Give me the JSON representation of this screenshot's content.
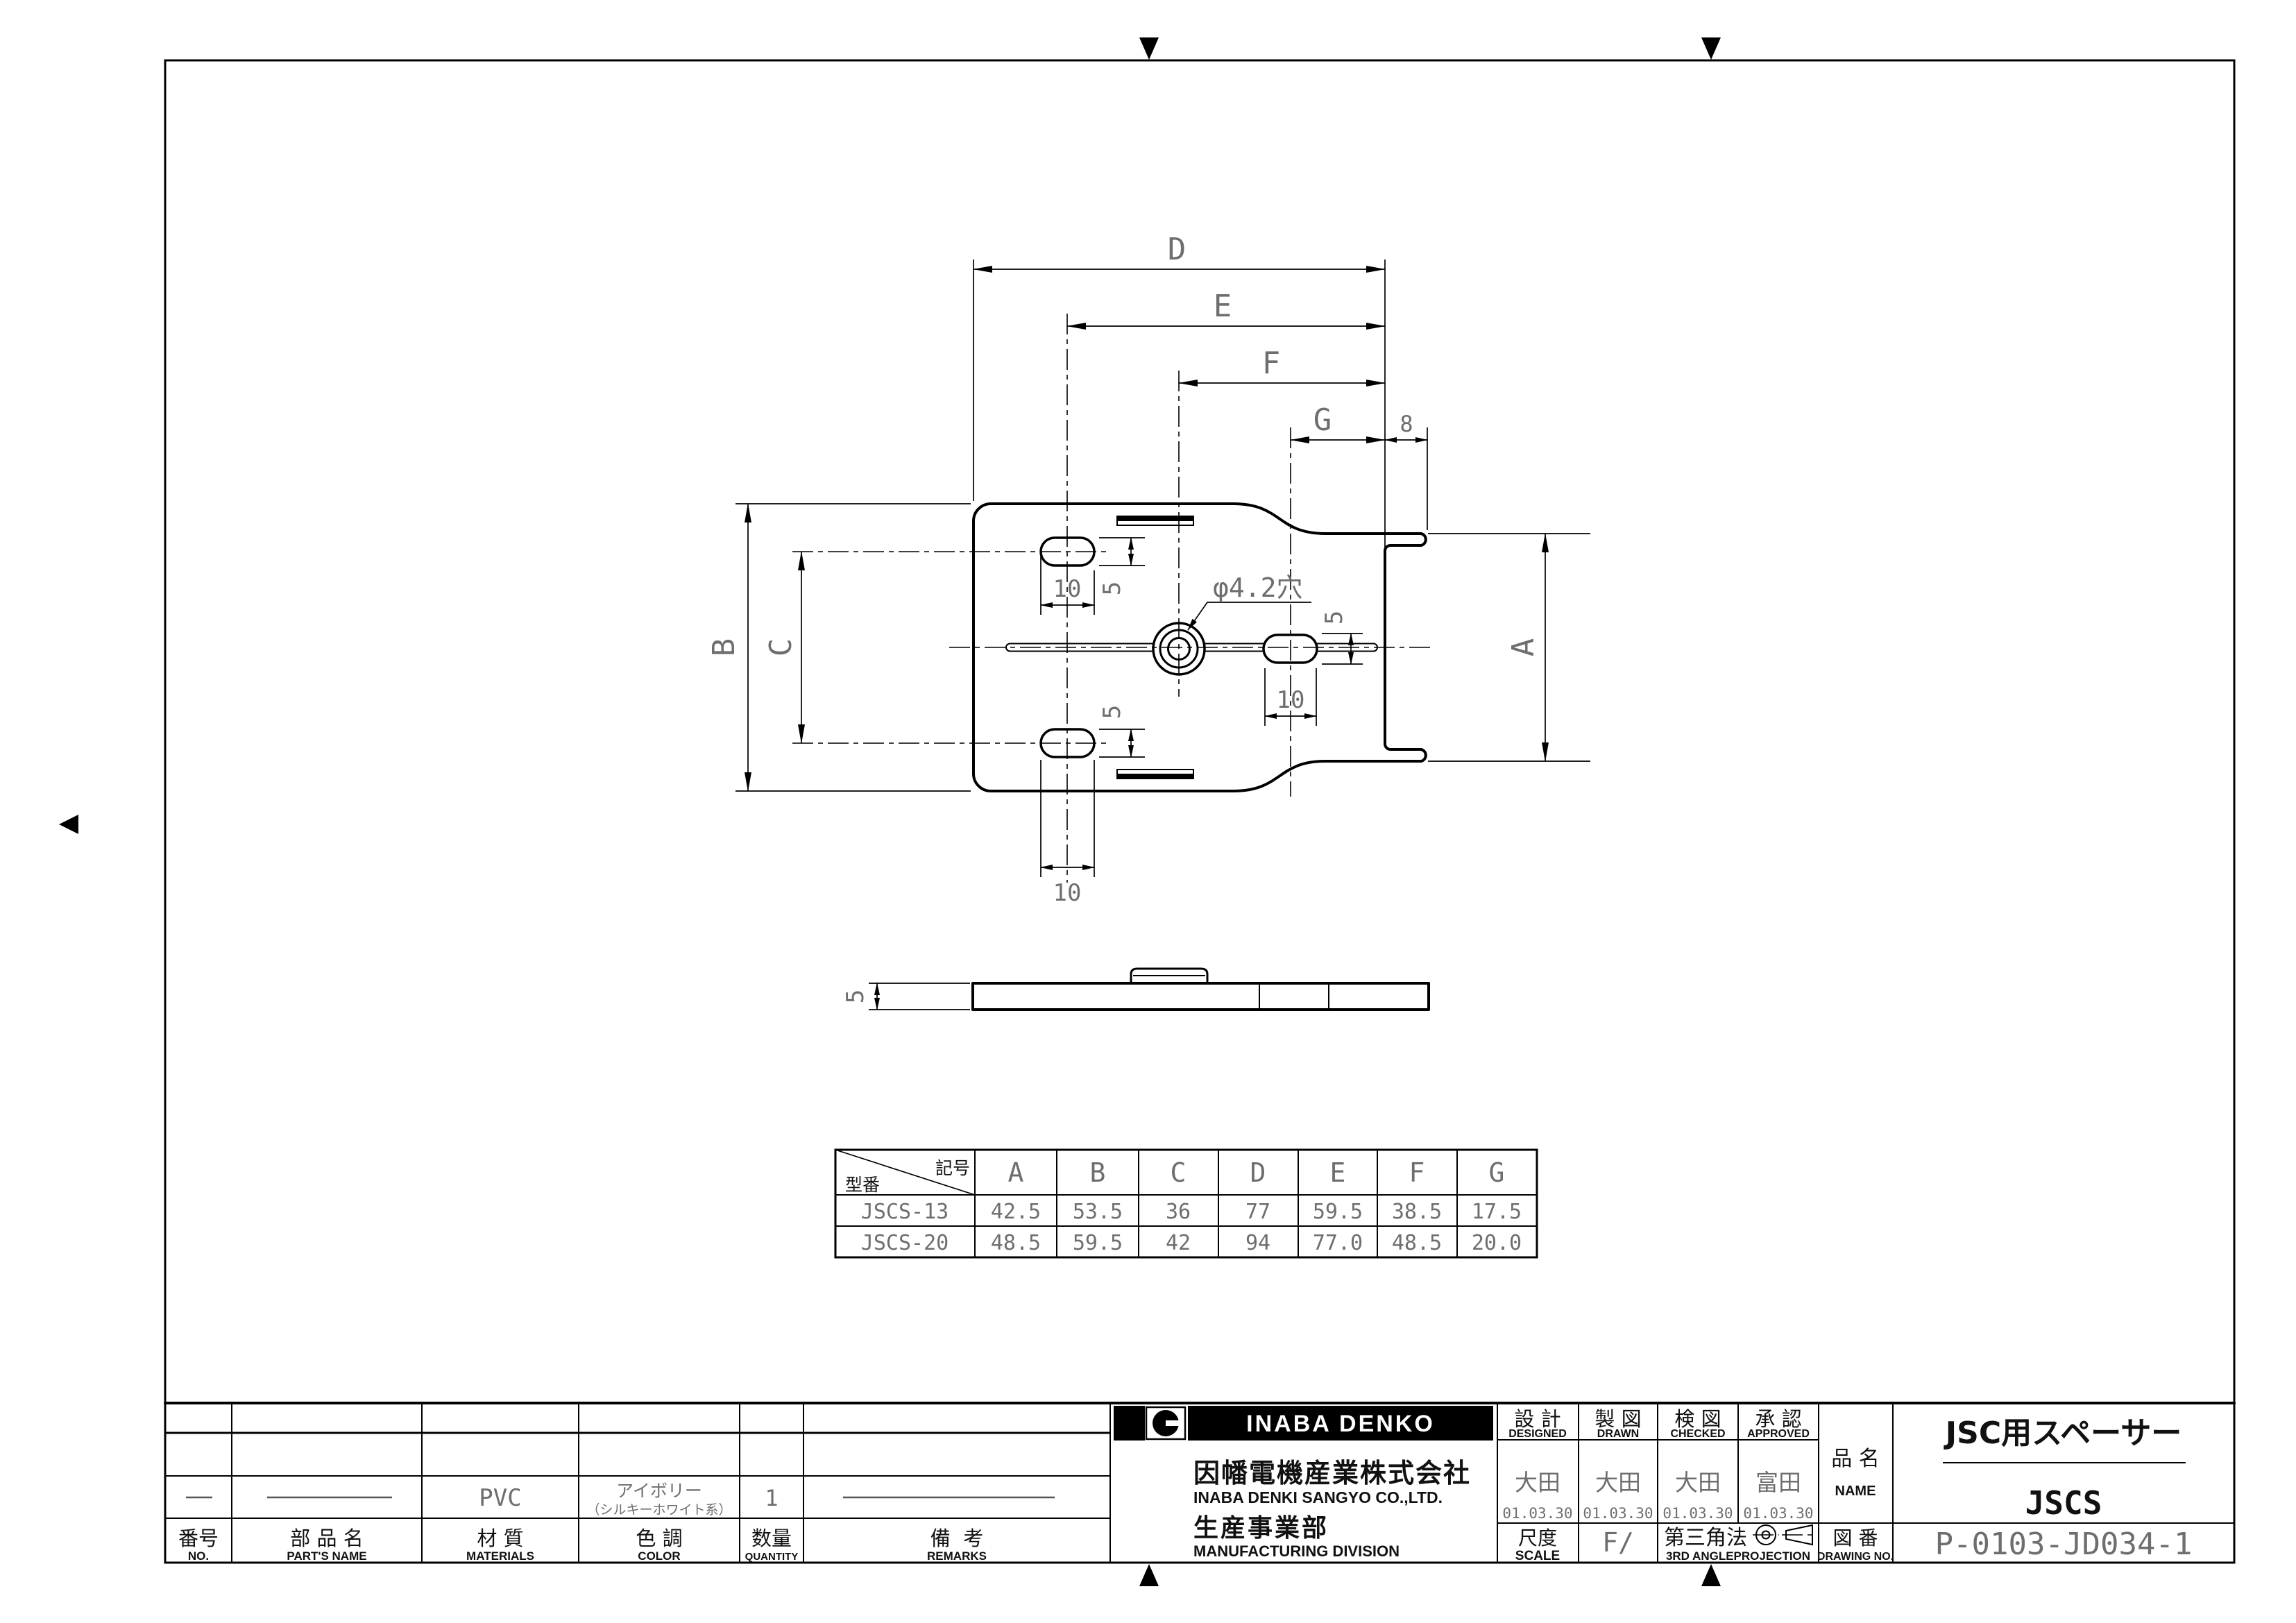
{
  "colors": {
    "line": "#000000",
    "cad_text": "#6e6e6e"
  },
  "labels": {
    "dim_d": "D",
    "dim_e": "E",
    "dim_f": "F",
    "dim_g": "G",
    "dim_8": "8",
    "dim_a": "A",
    "dim_b": "B",
    "dim_c": "C",
    "dim_10_top_left": "10",
    "dim_5_top_left": "5",
    "dim_10_bottom_left": "10",
    "dim_5_bottom_left": "5",
    "dim_10_right": "10",
    "dim_5_right": "5",
    "dim_5_thickness": "5",
    "hole_label": "φ4.2穴"
  },
  "dim_table": {
    "corner_top": "記号",
    "corner_bottom": "型番",
    "columns": [
      "A",
      "B",
      "C",
      "D",
      "E",
      "F",
      "G"
    ],
    "rows": [
      {
        "model": "JSCS-13",
        "values": [
          "42.5",
          "53.5",
          "36",
          "77",
          "59.5",
          "38.5",
          "17.5"
        ]
      },
      {
        "model": "JSCS-20",
        "values": [
          "48.5",
          "59.5",
          "42",
          "94",
          "77.0",
          "48.5",
          "20.0"
        ]
      }
    ]
  },
  "parts_table": {
    "headers": [
      {
        "jp": "番号",
        "en": "NO."
      },
      {
        "jp": "部 品 名",
        "en": "PART'S NAME"
      },
      {
        "jp": "材 質",
        "en": "MATERIALS"
      },
      {
        "jp": "色 調",
        "en": "COLOR"
      },
      {
        "jp": "数量",
        "en": "QUANTITY"
      },
      {
        "jp": "備  考",
        "en": "REMARKS"
      }
    ],
    "row": {
      "material": "PVC",
      "color_line1": "アイボリー",
      "color_line2": "（シルキーホワイト系）",
      "quantity": "1"
    }
  },
  "maker": {
    "logo_text": "INABA DENKO",
    "company_jp": "因幡電機産業株式会社",
    "company_en": "INABA DENKI SANGYO CO.,LTD.",
    "division_jp": "生産事業部",
    "division_en": "MANUFACTURING DIVISION"
  },
  "title_block": {
    "sign_cols": [
      {
        "jp": "設 計",
        "en": "DESIGNED",
        "name": "大田",
        "date": "01.03.30"
      },
      {
        "jp": "製 図",
        "en": "DRAWN",
        "name": "大田",
        "date": "01.03.30"
      },
      {
        "jp": "検 図",
        "en": "CHECKED",
        "name": "大田",
        "date": "01.03.30"
      },
      {
        "jp": "承 認",
        "en": "APPROVED",
        "name": "富田",
        "date": "01.03.30"
      }
    ],
    "name_label_jp": "品 名",
    "name_label_en": "NAME",
    "product_title": "JSC用スペーサー",
    "product_code": "JSCS",
    "scale_jp": "尺度",
    "scale_en": "SCALE",
    "scale_value": "F∕",
    "projection_jp": "第三角法",
    "projection_en": "3RD ANGLEPROJECTION",
    "drawing_no_jp": "図 番",
    "drawing_no_en": "DRAWING NO.",
    "drawing_no": "P-0103-JD034-1"
  }
}
